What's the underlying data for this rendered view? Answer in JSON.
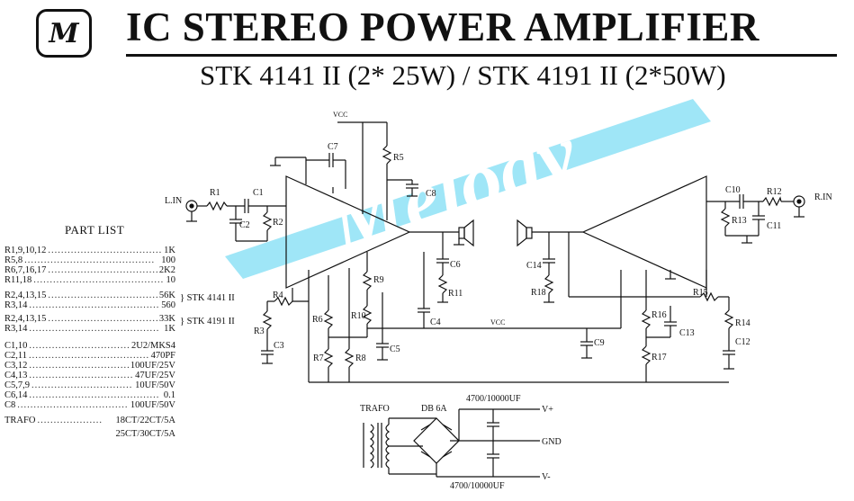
{
  "header": {
    "logo_letter": "M",
    "title": "IC STEREO POWER AMPLIFIER",
    "subtitle": "STK 4141 II (2* 25W) / STK 4191 II (2*50W)"
  },
  "watermark_text": "Melody",
  "part_list": {
    "title": "PART LIST",
    "group1": [
      {
        "ref": "R1,9,10,12",
        "value": "1K"
      },
      {
        "ref": "R5,8",
        "value": "100"
      },
      {
        "ref": "R6,7,16,17",
        "value": "2K2"
      },
      {
        "ref": "R11,18",
        "value": "10"
      }
    ],
    "group2": [
      {
        "ref": "R2,4,13,15",
        "value": "56K"
      },
      {
        "ref": "R3,14",
        "value": "560"
      }
    ],
    "group2_note": "} STK 4141 II",
    "group3": [
      {
        "ref": "R2,4,13,15",
        "value": "33K"
      },
      {
        "ref": "R3,14",
        "value": "1K"
      }
    ],
    "group3_note": "} STK 4191 II",
    "group4": [
      {
        "ref": "C1,10",
        "value": "2U2/MKS4"
      },
      {
        "ref": "C2,11",
        "value": "470PF"
      },
      {
        "ref": "C3,12",
        "value": "100UF/25V"
      },
      {
        "ref": "C4,13",
        "value": "47UF/25V"
      },
      {
        "ref": "C5,7,9",
        "value": "10UF/50V"
      },
      {
        "ref": "C6,14",
        "value": "0.1"
      },
      {
        "ref": "C8",
        "value": "100UF/50V"
      }
    ],
    "trafo_label": "TRAFO",
    "trafo_value": "18CT/22CT/5A",
    "trafo_value2": "25CT/30CT/5A"
  },
  "labels": {
    "vcc_top": "VCC",
    "vcc_mid": "VCC",
    "l_in": "L.IN",
    "r_in": "R.IN",
    "r1": "R1",
    "r2": "R2",
    "r3": "R3",
    "r4": "R4",
    "r5": "R5",
    "r6": "R6",
    "r7": "R7",
    "r8": "R8",
    "r9": "R9",
    "r10": "R10",
    "r11": "R11",
    "r12": "R12",
    "r13": "R13",
    "r14": "R14",
    "r15": "R15",
    "r16": "R16",
    "r17": "R17",
    "r18": "R18",
    "c1": "C1",
    "c2": "C2",
    "c3": "C3",
    "c4": "C4",
    "c5": "C5",
    "c6": "C6",
    "c7": "C7",
    "c8": "C8",
    "c9": "C9",
    "c10": "C10",
    "c11": "C11",
    "c12": "C12",
    "c13": "C13",
    "c14": "C14",
    "trafo": "TRAFO",
    "bridge": "DB 6A",
    "cap_top": "4700/10000UF",
    "cap_bottom": "4700/10000UF",
    "v_plus": "V+",
    "gnd": "GND",
    "v_minus": "V-"
  },
  "colors": {
    "ink": "#111111",
    "watermark": "#9fe6f7",
    "watermark_text": "#ffffff"
  }
}
